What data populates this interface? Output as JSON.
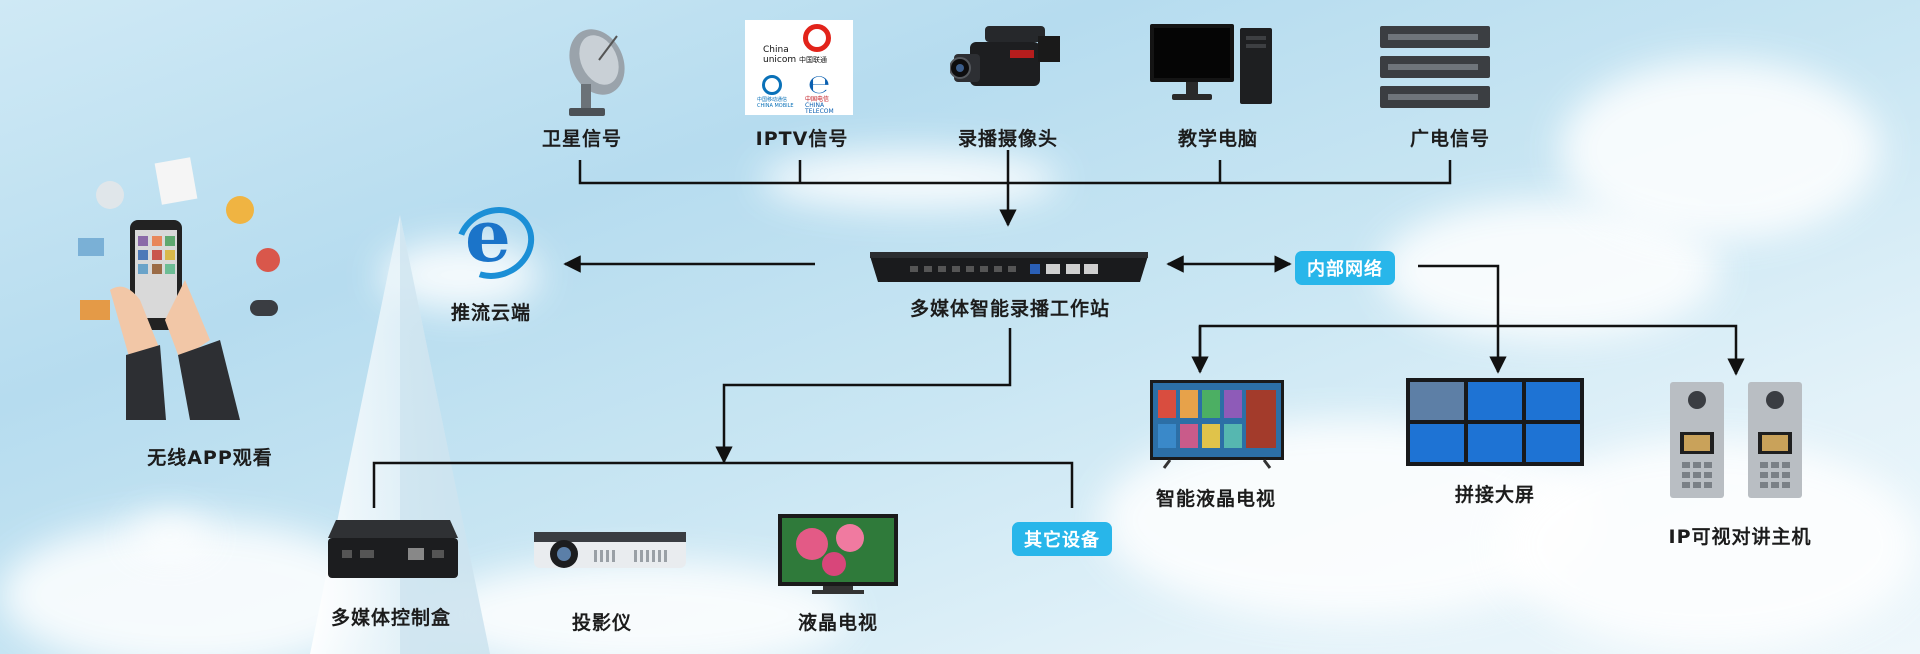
{
  "sources": {
    "satellite": "卫星信号",
    "iptv": "IPTV信号",
    "camera": "录播摄像头",
    "computer": "教学电脑",
    "broadcast": "广电信号"
  },
  "telecom_logos": {
    "unicom_en_1": "China",
    "unicom_en_2": "unicom",
    "unicom_cn": "中国联通",
    "mobile_cn": "中国移动通信",
    "mobile_en": "CHINA MOBILE",
    "telecom_cn": "中国电信",
    "telecom_en": "CHINA TELECOM"
  },
  "center": {
    "workstation": "多媒体智能录播工作站"
  },
  "cloud_push": "推流云端",
  "wireless": "无线APP观看",
  "internal_network": "内部网络",
  "other_devices": "其它设备",
  "network_outputs": {
    "smart_tv": "智能液晶电视",
    "video_wall": "拼接大屏",
    "intercom": "IP可视对讲主机"
  },
  "local_outputs": {
    "control_box": "多媒体控制盒",
    "projector": "投影仪",
    "lcd_tv": "液晶电视"
  },
  "colors": {
    "badge": "#28b6ea",
    "line": "#111111",
    "sky": "#b6dcef"
  }
}
